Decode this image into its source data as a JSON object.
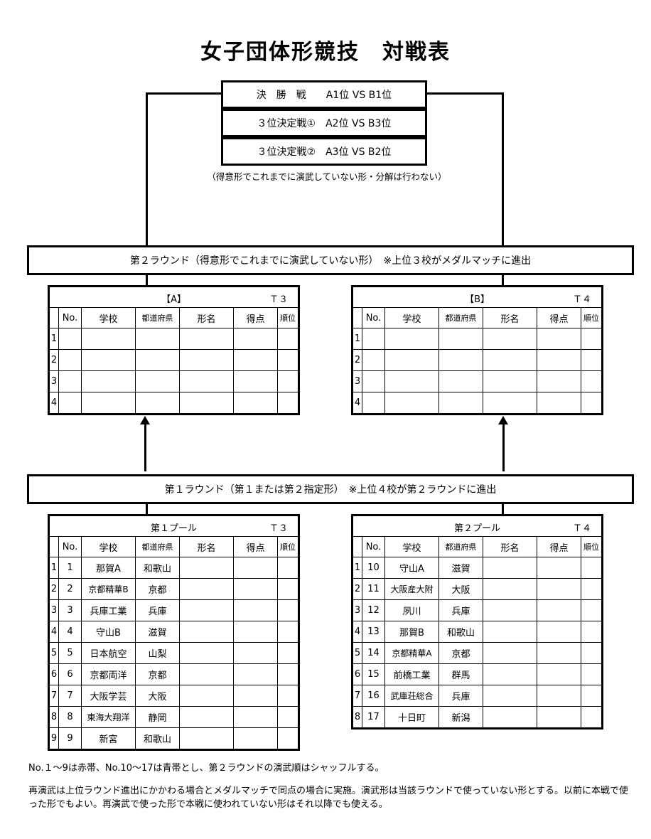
{
  "title": "女子団体形競技　対戦表",
  "finals": [
    "決　勝　戦　　A1位 VS B1位",
    "３位決定戦①　A2位 VS B3位",
    "３位決定戦②　A3位 VS B2位"
  ],
  "finals_note": "（得意形でこれまでに演武していない形・分解は行わない）",
  "round2": {
    "label": "第２ラウンド（得意形でこれまでに演武していない形）　※上位３校がメダルマッチに進出",
    "pools": [
      {
        "name": "【A】",
        "court": "Ｔ３",
        "rows": [
          {
            "idx": "1"
          },
          {
            "idx": "2"
          },
          {
            "idx": "3"
          },
          {
            "idx": "4"
          }
        ]
      },
      {
        "name": "【B】",
        "court": "Ｔ４",
        "rows": [
          {
            "idx": "1"
          },
          {
            "idx": "2"
          },
          {
            "idx": "3"
          },
          {
            "idx": "4"
          }
        ]
      }
    ]
  },
  "round1": {
    "label": "第１ラウンド（第１または第２指定形）　※上位４校が第２ラウンドに進出",
    "pools": [
      {
        "name": "第１プール",
        "court": "Ｔ３",
        "rows": [
          {
            "idx": "1",
            "no": "1",
            "school": "那賀A",
            "pref": "和歌山"
          },
          {
            "idx": "2",
            "no": "2",
            "school": "京都精華B",
            "pref": "京都"
          },
          {
            "idx": "3",
            "no": "3",
            "school": "兵庫工業",
            "pref": "兵庫"
          },
          {
            "idx": "4",
            "no": "4",
            "school": "守山B",
            "pref": "滋賀"
          },
          {
            "idx": "5",
            "no": "5",
            "school": "日本航空",
            "pref": "山梨"
          },
          {
            "idx": "6",
            "no": "6",
            "school": "京都両洋",
            "pref": "京都"
          },
          {
            "idx": "7",
            "no": "7",
            "school": "大阪学芸",
            "pref": "大阪"
          },
          {
            "idx": "8",
            "no": "8",
            "school": "東海大翔洋",
            "pref": "静岡"
          },
          {
            "idx": "9",
            "no": "9",
            "school": "新宮",
            "pref": "和歌山"
          }
        ]
      },
      {
        "name": "第２プール",
        "court": "Ｔ４",
        "rows": [
          {
            "idx": "1",
            "no": "10",
            "school": "守山A",
            "pref": "滋賀"
          },
          {
            "idx": "2",
            "no": "11",
            "school": "大阪産大附",
            "pref": "大阪"
          },
          {
            "idx": "3",
            "no": "12",
            "school": "夙川",
            "pref": "兵庫"
          },
          {
            "idx": "4",
            "no": "13",
            "school": "那賀B",
            "pref": "和歌山"
          },
          {
            "idx": "5",
            "no": "14",
            "school": "京都精華A",
            "pref": "京都"
          },
          {
            "idx": "6",
            "no": "15",
            "school": "前橋工業",
            "pref": "群馬"
          },
          {
            "idx": "7",
            "no": "16",
            "school": "武庫荘総合",
            "pref": "兵庫"
          },
          {
            "idx": "8",
            "no": "17",
            "school": "十日町",
            "pref": "新潟"
          }
        ]
      }
    ]
  },
  "columns": {
    "no": "No.",
    "school": "学校",
    "pref": "都道府県",
    "kata": "形名",
    "score": "得点",
    "rank": "順位"
  },
  "notes": [
    "No.１～9は赤帯、No.10～17は青帯とし、第２ラウンドの演武順はシャッフルする。",
    "再演武は上位ラウンド進出にかかわる場合とメダルマッチで同点の場合に実施。演武形は当該ラウンドで使っていない形とする。以前に本戦で使った形でもよい。再演武で使った形で本戦に使われていない形はそれ以降でも使える。"
  ]
}
